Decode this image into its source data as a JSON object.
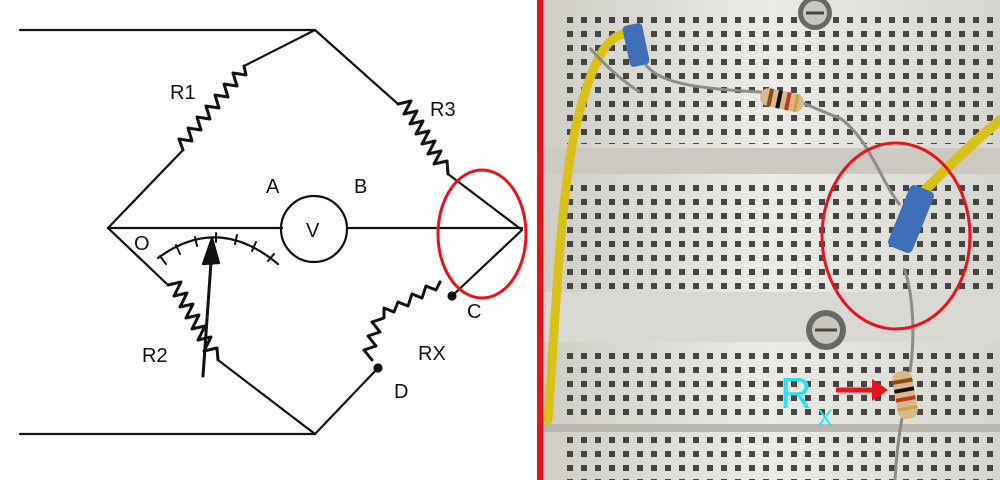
{
  "schematic": {
    "labels": {
      "r1": "R1",
      "r2": "R2",
      "r3": "R3",
      "rx": "RX",
      "a": "A",
      "b": "B",
      "c": "C",
      "d": "D",
      "o": "O",
      "meter": "V"
    },
    "colors": {
      "ink": "#111111",
      "highlight": "#e8121a"
    }
  },
  "divider": {
    "color": "#e8121a"
  },
  "photo": {
    "annotation": {
      "letter": "R",
      "subscript": "X"
    },
    "colors": {
      "annotation": "#27e4ee",
      "arrow": "#e8121a",
      "circle": "#e8121a",
      "board": "#e4e3dd",
      "wire_yellow": "#d8c21a",
      "wire_blue": "#3f6fb8"
    },
    "icons": [
      "mounting-screw",
      "resistor",
      "jumper-wire",
      "arrow-right"
    ]
  }
}
